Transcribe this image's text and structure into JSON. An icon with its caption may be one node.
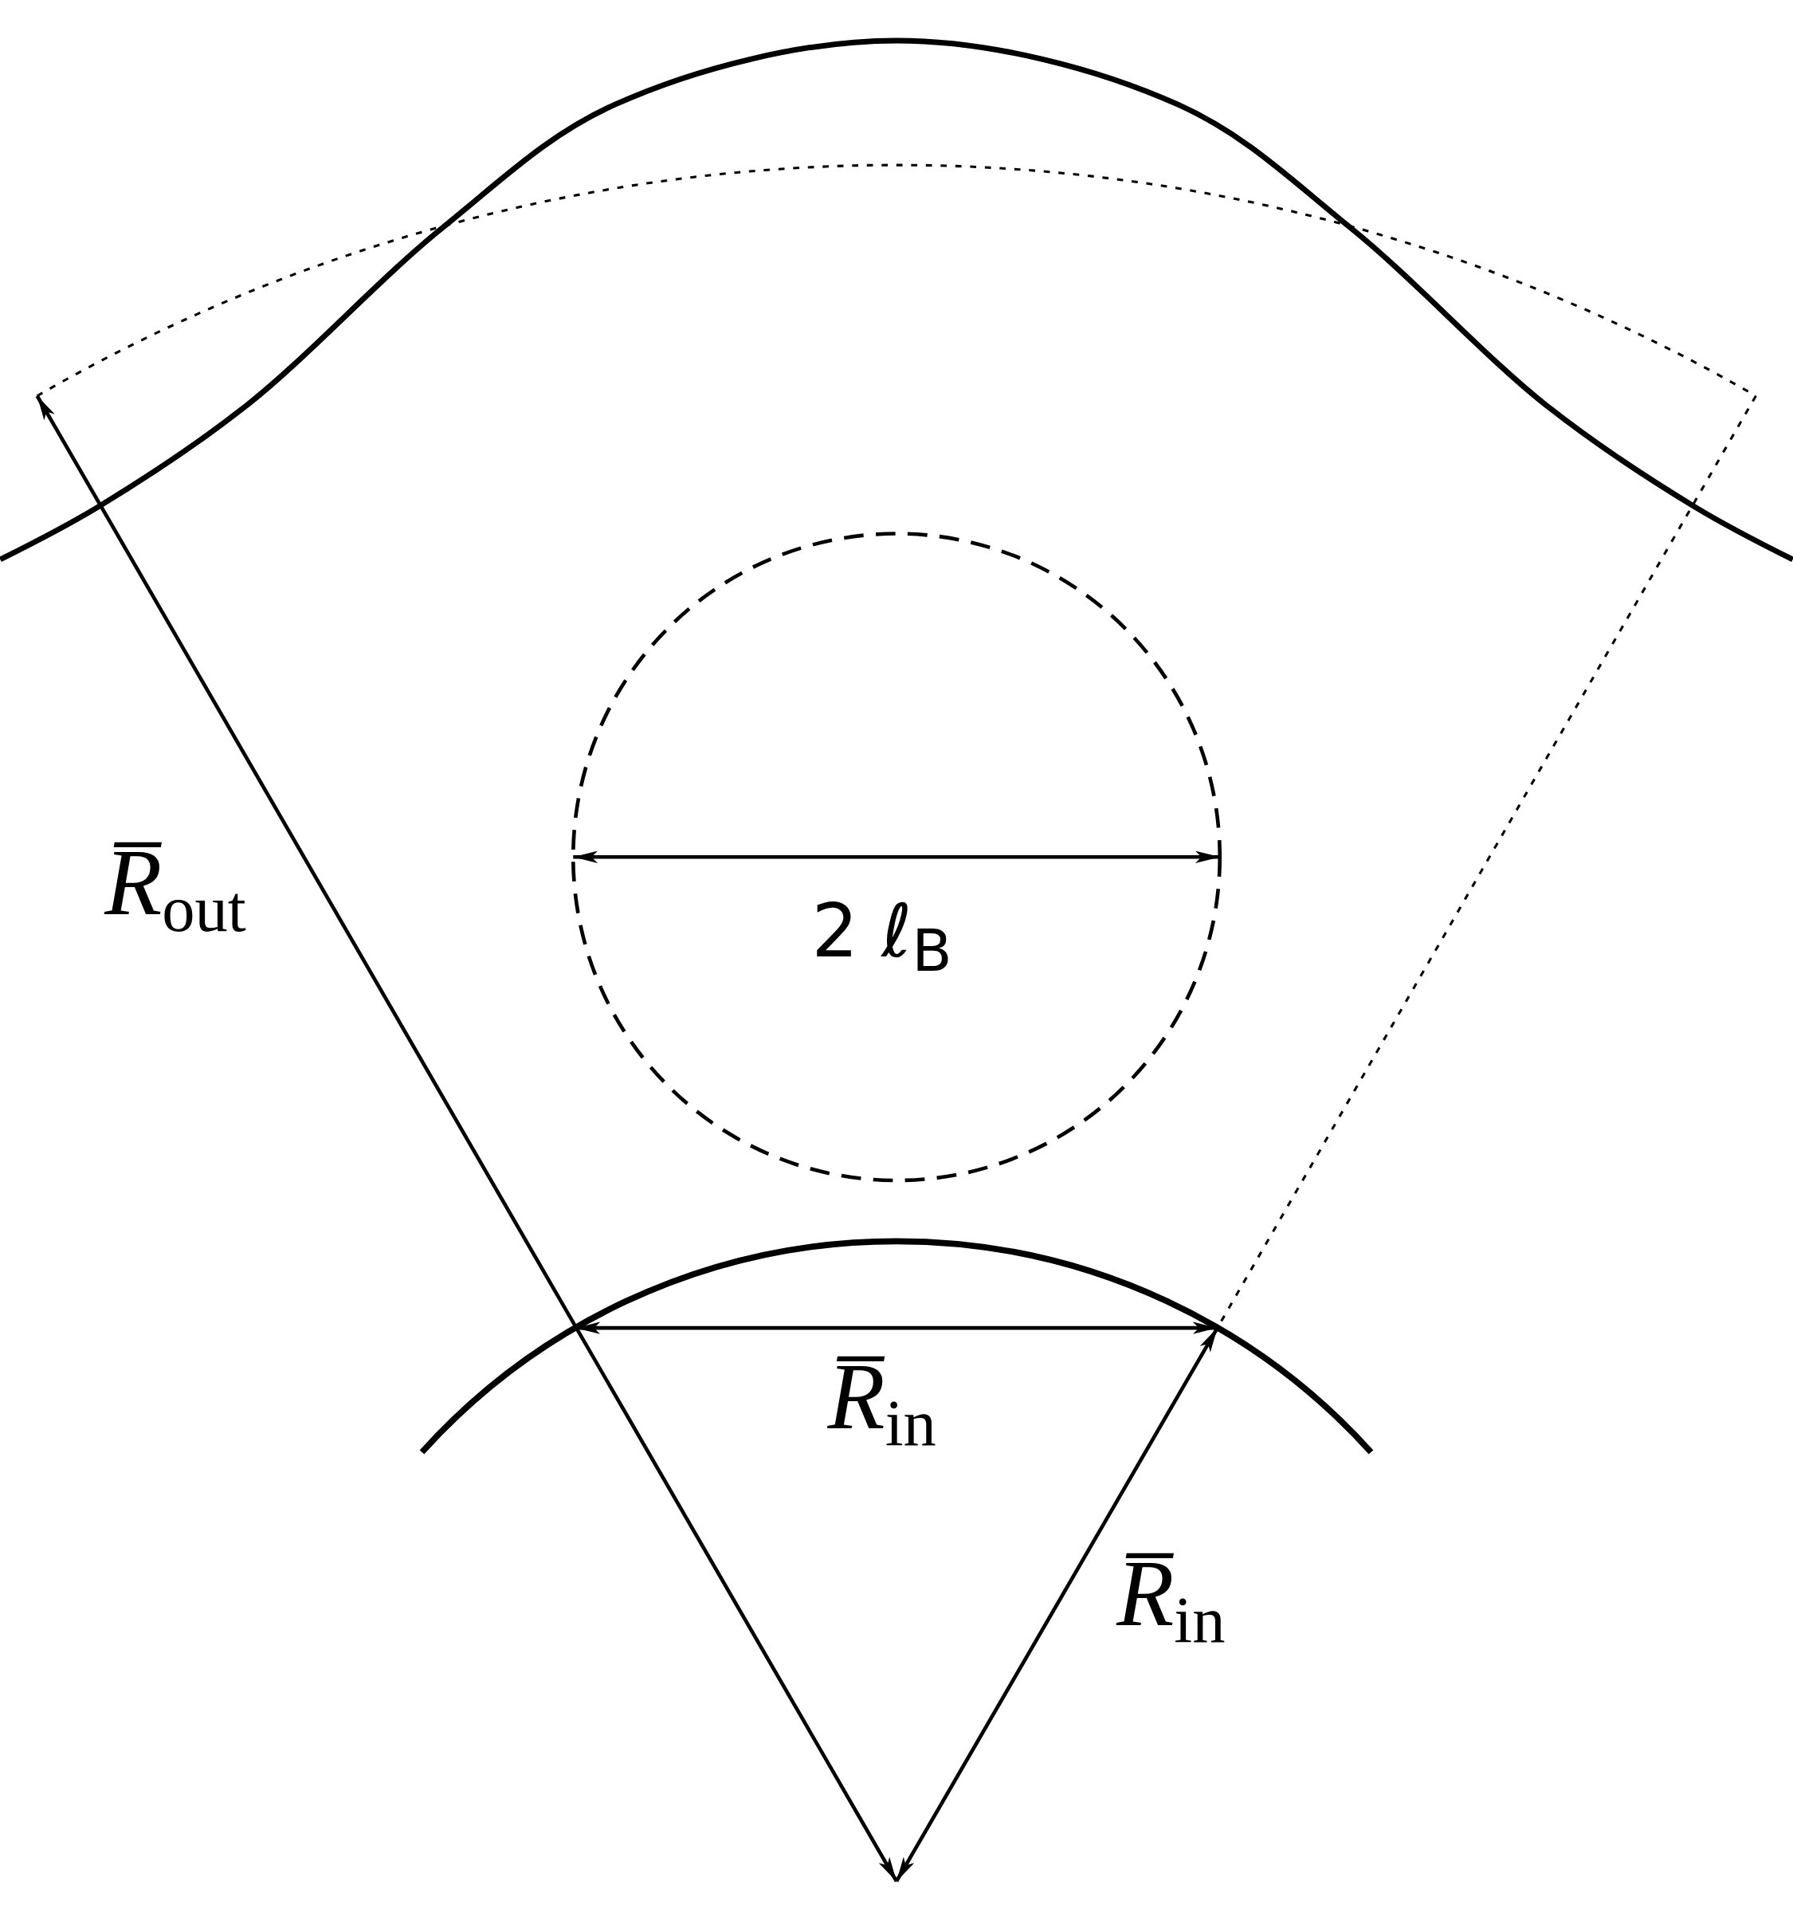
{
  "diagram": {
    "labels": [
      "*R̅*$_{out}$",
      "2 ℓ$_{B}$",
      "*R̅*$_{in}$",
      "*R̅*$_{in}$"
    ]
  }
}
